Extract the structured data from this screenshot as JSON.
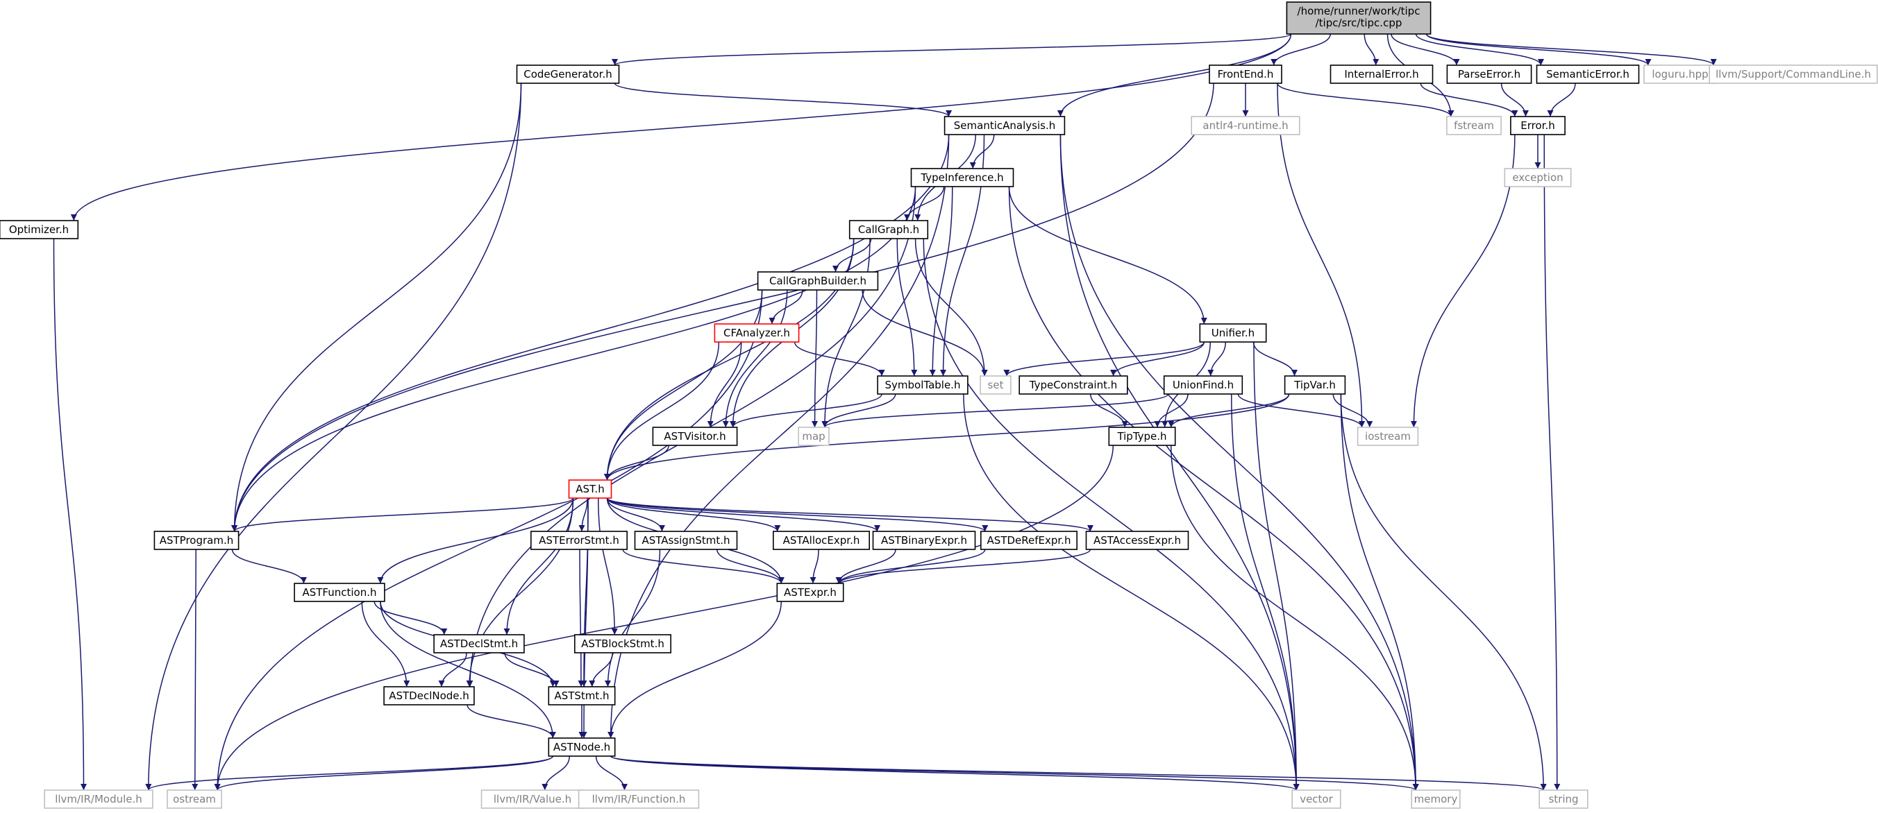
{
  "colors": {
    "edge": "#191970",
    "root_fill": "#bfbfbf",
    "root_border": "#000000",
    "header_border": "#000000",
    "external_border": "#bfbfbf",
    "external_text": "#808080",
    "truncated_border": "#ff0000"
  },
  "nodes": [
    {
      "id": "tipc",
      "label": "/home/runner/work/tipc\n/tipc/src/tipc.cpp",
      "kind": "root"
    },
    {
      "id": "optimizer",
      "label": "Optimizer.h",
      "kind": "header"
    },
    {
      "id": "codegen",
      "label": "CodeGenerator.h",
      "kind": "header"
    },
    {
      "id": "frontend",
      "label": "FrontEnd.h",
      "kind": "header"
    },
    {
      "id": "internalerror",
      "label": "InternalError.h",
      "kind": "header"
    },
    {
      "id": "parseerror",
      "label": "ParseError.h",
      "kind": "header"
    },
    {
      "id": "semanticerror",
      "label": "SemanticError.h",
      "kind": "header"
    },
    {
      "id": "loguru",
      "label": "loguru.hpp",
      "kind": "external"
    },
    {
      "id": "cmdline",
      "label": "llvm/Support/CommandLine.h",
      "kind": "external"
    },
    {
      "id": "semantic",
      "label": "SemanticAnalysis.h",
      "kind": "header"
    },
    {
      "id": "antlr",
      "label": "antlr4-runtime.h",
      "kind": "external"
    },
    {
      "id": "fstream",
      "label": "fstream",
      "kind": "external"
    },
    {
      "id": "error",
      "label": "Error.h",
      "kind": "header"
    },
    {
      "id": "exception",
      "label": "exception",
      "kind": "external"
    },
    {
      "id": "typeinf",
      "label": "TypeInference.h",
      "kind": "header"
    },
    {
      "id": "callgraph",
      "label": "CallGraph.h",
      "kind": "header"
    },
    {
      "id": "cgbuilder",
      "label": "CallGraphBuilder.h",
      "kind": "header"
    },
    {
      "id": "cfanalyzer",
      "label": "CFAnalyzer.h",
      "kind": "truncated"
    },
    {
      "id": "unifier",
      "label": "Unifier.h",
      "kind": "header"
    },
    {
      "id": "symtab",
      "label": "SymbolTable.h",
      "kind": "header"
    },
    {
      "id": "set",
      "label": "set",
      "kind": "external"
    },
    {
      "id": "typeconstraint",
      "label": "TypeConstraint.h",
      "kind": "header"
    },
    {
      "id": "unionfind",
      "label": "UnionFind.h",
      "kind": "header"
    },
    {
      "id": "tipvar",
      "label": "TipVar.h",
      "kind": "header"
    },
    {
      "id": "astvisitor",
      "label": "ASTVisitor.h",
      "kind": "header"
    },
    {
      "id": "map",
      "label": "map",
      "kind": "external"
    },
    {
      "id": "tiptype",
      "label": "TipType.h",
      "kind": "header"
    },
    {
      "id": "iostream",
      "label": "iostream",
      "kind": "external"
    },
    {
      "id": "ast",
      "label": "AST.h",
      "kind": "truncated"
    },
    {
      "id": "astprogram",
      "label": "ASTProgram.h",
      "kind": "header"
    },
    {
      "id": "asterrorstmt",
      "label": "ASTErrorStmt.h",
      "kind": "header"
    },
    {
      "id": "astassignstmt",
      "label": "ASTAssignStmt.h",
      "kind": "header"
    },
    {
      "id": "astallocexpr",
      "label": "ASTAllocExpr.h",
      "kind": "header"
    },
    {
      "id": "astbinaryexpr",
      "label": "ASTBinaryExpr.h",
      "kind": "header"
    },
    {
      "id": "astderefexpr",
      "label": "ASTDeRefExpr.h",
      "kind": "header"
    },
    {
      "id": "astaccessexpr",
      "label": "ASTAccessExpr.h",
      "kind": "header"
    },
    {
      "id": "astfunction",
      "label": "ASTFunction.h",
      "kind": "header"
    },
    {
      "id": "astexpr",
      "label": "ASTExpr.h",
      "kind": "header"
    },
    {
      "id": "astdeclstmt",
      "label": "ASTDeclStmt.h",
      "kind": "header"
    },
    {
      "id": "astblockstmt",
      "label": "ASTBlockStmt.h",
      "kind": "header"
    },
    {
      "id": "astdeclnode",
      "label": "ASTDeclNode.h",
      "kind": "header"
    },
    {
      "id": "aststmt",
      "label": "ASTStmt.h",
      "kind": "header"
    },
    {
      "id": "astnode",
      "label": "ASTNode.h",
      "kind": "header"
    },
    {
      "id": "llvmmodule",
      "label": "llvm/IR/Module.h",
      "kind": "external"
    },
    {
      "id": "ostream",
      "label": "ostream",
      "kind": "external"
    },
    {
      "id": "llvmvalue",
      "label": "llvm/IR/Value.h",
      "kind": "external"
    },
    {
      "id": "llvmfunction",
      "label": "llvm/IR/Function.h",
      "kind": "external"
    },
    {
      "id": "vector",
      "label": "vector",
      "kind": "external"
    },
    {
      "id": "memory",
      "label": "memory",
      "kind": "external"
    },
    {
      "id": "string",
      "label": "string",
      "kind": "external"
    }
  ],
  "edges": [
    [
      "tipc",
      "optimizer"
    ],
    [
      "tipc",
      "codegen"
    ],
    [
      "tipc",
      "frontend"
    ],
    [
      "tipc",
      "internalerror"
    ],
    [
      "tipc",
      "parseerror"
    ],
    [
      "tipc",
      "semanticerror"
    ],
    [
      "tipc",
      "loguru"
    ],
    [
      "tipc",
      "cmdline"
    ],
    [
      "tipc",
      "semantic"
    ],
    [
      "tipc",
      "fstream"
    ],
    [
      "optimizer",
      "llvmmodule"
    ],
    [
      "codegen",
      "semantic"
    ],
    [
      "codegen",
      "astprogram"
    ],
    [
      "codegen",
      "llvmmodule"
    ],
    [
      "frontend",
      "antlr"
    ],
    [
      "frontend",
      "fstream"
    ],
    [
      "frontend",
      "iostream"
    ],
    [
      "frontend",
      "astprogram"
    ],
    [
      "internalerror",
      "error"
    ],
    [
      "parseerror",
      "error"
    ],
    [
      "semanticerror",
      "error"
    ],
    [
      "error",
      "exception"
    ],
    [
      "error",
      "iostream"
    ],
    [
      "error",
      "string"
    ],
    [
      "semantic",
      "typeinf"
    ],
    [
      "semantic",
      "callgraph"
    ],
    [
      "semantic",
      "symtab"
    ],
    [
      "semantic",
      "astprogram"
    ],
    [
      "semantic",
      "memory"
    ],
    [
      "semantic",
      "vector"
    ],
    [
      "semantic",
      "astnode"
    ],
    [
      "typeinf",
      "callgraph"
    ],
    [
      "typeinf",
      "symtab"
    ],
    [
      "typeinf",
      "unifier"
    ],
    [
      "typeinf",
      "astprogram"
    ],
    [
      "typeinf",
      "astdeclnode"
    ],
    [
      "typeinf",
      "memory"
    ],
    [
      "callgraph",
      "cgbuilder"
    ],
    [
      "callgraph",
      "astvisitor"
    ],
    [
      "callgraph",
      "symtab"
    ],
    [
      "callgraph",
      "set"
    ],
    [
      "callgraph",
      "map"
    ],
    [
      "callgraph",
      "ast"
    ],
    [
      "callgraph",
      "vector"
    ],
    [
      "cgbuilder",
      "cfanalyzer"
    ],
    [
      "cgbuilder",
      "astvisitor"
    ],
    [
      "cgbuilder",
      "set"
    ],
    [
      "cgbuilder",
      "map"
    ],
    [
      "cgbuilder",
      "ast"
    ],
    [
      "cgbuilder",
      "ostream"
    ],
    [
      "cfanalyzer",
      "symtab"
    ],
    [
      "cfanalyzer",
      "astvisitor"
    ],
    [
      "cfanalyzer",
      "ast"
    ],
    [
      "unifier",
      "set"
    ],
    [
      "unifier",
      "typeconstraint"
    ],
    [
      "unifier",
      "unionfind"
    ],
    [
      "unifier",
      "tipvar"
    ],
    [
      "unifier",
      "tiptype"
    ],
    [
      "unifier",
      "vector"
    ],
    [
      "symtab",
      "astvisitor"
    ],
    [
      "symtab",
      "map"
    ],
    [
      "symtab",
      "vector"
    ],
    [
      "typeconstraint",
      "tiptype"
    ],
    [
      "unionfind",
      "tiptype"
    ],
    [
      "unionfind",
      "map"
    ],
    [
      "unionfind",
      "iostream"
    ],
    [
      "unionfind",
      "vector"
    ],
    [
      "tipvar",
      "tiptype"
    ],
    [
      "tipvar",
      "iostream"
    ],
    [
      "tipvar",
      "ast"
    ],
    [
      "tipvar",
      "memory"
    ],
    [
      "tipvar",
      "string"
    ],
    [
      "tiptype",
      "ostream"
    ],
    [
      "tiptype",
      "memory"
    ],
    [
      "astvisitor",
      "ast"
    ],
    [
      "ast",
      "astprogram"
    ],
    [
      "ast",
      "astfunction"
    ],
    [
      "ast",
      "astdeclstmt"
    ],
    [
      "ast",
      "astdeclnode"
    ],
    [
      "ast",
      "astnode"
    ],
    [
      "ast",
      "aststmt"
    ],
    [
      "ast",
      "astblockstmt"
    ],
    [
      "ast",
      "asterrorstmt"
    ],
    [
      "ast",
      "astassignstmt"
    ],
    [
      "ast",
      "astallocexpr"
    ],
    [
      "ast",
      "astbinaryexpr"
    ],
    [
      "ast",
      "astderefexpr"
    ],
    [
      "ast",
      "astaccessexpr"
    ],
    [
      "ast",
      "astexpr"
    ],
    [
      "astprogram",
      "astfunction"
    ],
    [
      "astprogram",
      "ostream"
    ],
    [
      "astfunction",
      "astdeclstmt"
    ],
    [
      "astfunction",
      "astdeclnode"
    ],
    [
      "astfunction",
      "aststmt"
    ],
    [
      "astfunction",
      "astnode"
    ],
    [
      "asterrorstmt",
      "astexpr"
    ],
    [
      "asterrorstmt",
      "aststmt"
    ],
    [
      "astassignstmt",
      "astexpr"
    ],
    [
      "astassignstmt",
      "aststmt"
    ],
    [
      "astallocexpr",
      "astexpr"
    ],
    [
      "astbinaryexpr",
      "astexpr"
    ],
    [
      "astderefexpr",
      "astexpr"
    ],
    [
      "astaccessexpr",
      "astexpr"
    ],
    [
      "astexpr",
      "astnode"
    ],
    [
      "astdeclstmt",
      "astdeclnode"
    ],
    [
      "astdeclstmt",
      "aststmt"
    ],
    [
      "astblockstmt",
      "aststmt"
    ],
    [
      "astdeclnode",
      "astnode"
    ],
    [
      "aststmt",
      "astnode"
    ],
    [
      "astnode",
      "llvmmodule"
    ],
    [
      "astnode",
      "ostream"
    ],
    [
      "astnode",
      "llvmvalue"
    ],
    [
      "astnode",
      "llvmfunction"
    ],
    [
      "astnode",
      "vector"
    ],
    [
      "astnode",
      "memory"
    ],
    [
      "astnode",
      "string"
    ]
  ]
}
